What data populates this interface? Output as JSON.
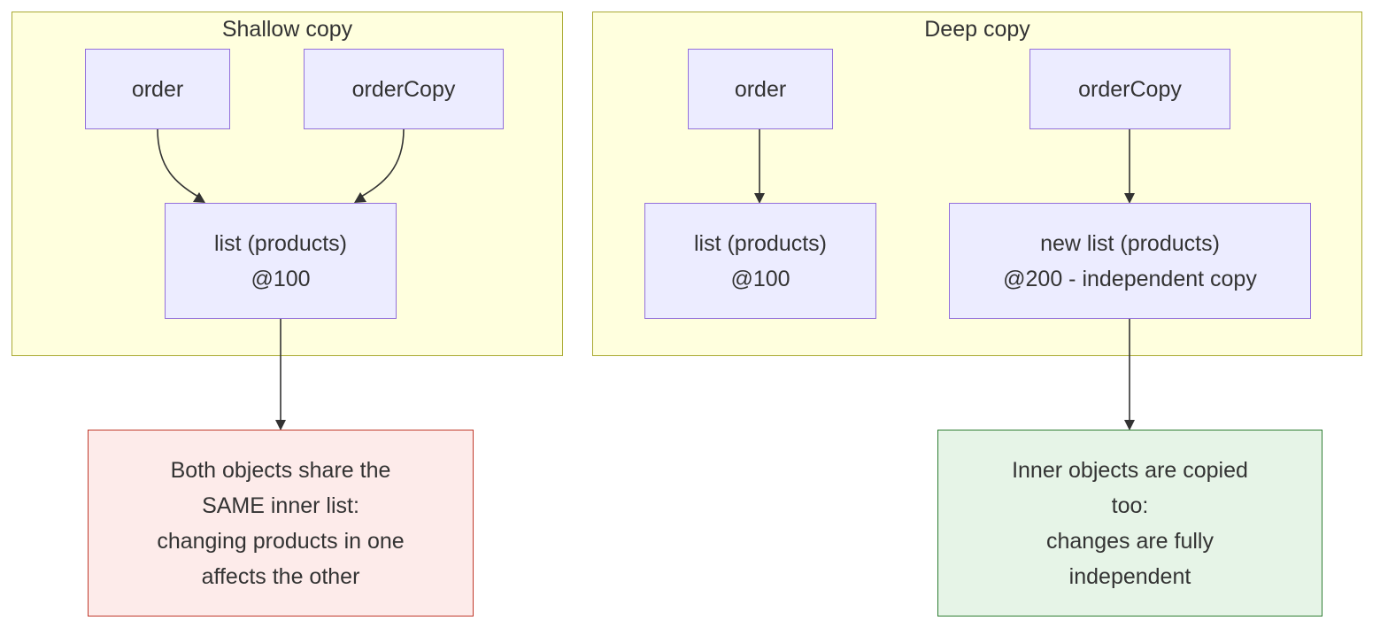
{
  "diagram": {
    "shallow": {
      "title": "Shallow copy",
      "order_label": "order",
      "copy_label": "orderCopy",
      "list_lines": [
        "list (products)",
        "@100"
      ],
      "note_lines": [
        "Both objects share the",
        "SAME inner list:",
        "changing products in one",
        "affects the other"
      ]
    },
    "deep": {
      "title": "Deep copy",
      "order_label": "order",
      "copy_label": "orderCopy",
      "list_lines": [
        "list (products)",
        "@100"
      ],
      "new_list_lines": [
        "new list (products)",
        "@200 - independent copy"
      ],
      "note_lines": [
        "Inner objects are copied",
        "too:",
        "changes are fully",
        "independent"
      ]
    },
    "colors": {
      "cluster_fill": "#ffffde",
      "cluster_stroke": "#aaaa33",
      "node_fill": "#ececff",
      "node_stroke": "#9370db",
      "warning_fill": "#fdebea",
      "warning_stroke": "#c0392b",
      "ok_fill": "#e6f4e7",
      "ok_stroke": "#2e7d32",
      "edge": "#333333"
    }
  }
}
